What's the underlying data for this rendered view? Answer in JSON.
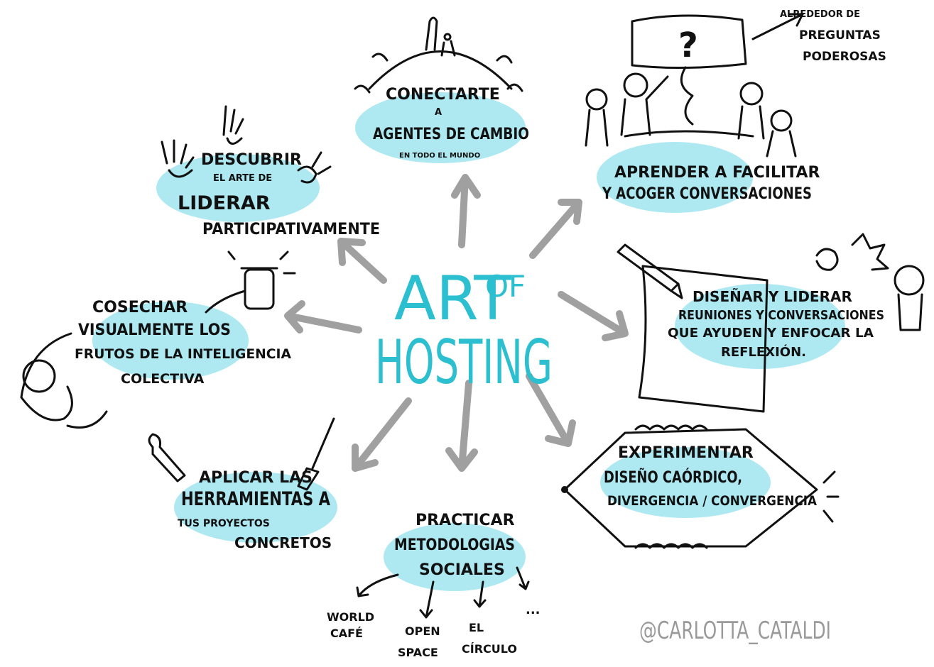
{
  "center": {
    "line1": "ART",
    "line1b": "OF",
    "line2": "HOSTING"
  },
  "branches": {
    "conectarte": {
      "l1": "CONECTARTE",
      "l2": "A",
      "l3": "AGENTES DE CAMBIO",
      "l4": "EN TODO EL MUNDO"
    },
    "preguntas": {
      "l1": "ALREDEDOR DE",
      "l2": "PREGUNTAS",
      "l3": "PODEROSAS"
    },
    "aprender": {
      "l1": "APRENDER A FACILITAR",
      "l2": "Y ACOGER CONVERSACIONES"
    },
    "descubrir": {
      "l1": "DESCUBRIR",
      "l2": "EL ARTE DE",
      "l3": "LIDERAR",
      "l4": "PARTICIPATIVAMENTE"
    },
    "cosechar": {
      "l1": "COSECHAR",
      "l2": "VISUALMENTE LOS",
      "l3": "FRUTOS DE LA INTELIGENCIA",
      "l4": "COLECTIVA"
    },
    "disenar": {
      "l1": "DISEÑAR Y LIDERAR",
      "l2": "REUNIONES Y CONVERSACIONES",
      "l3": "QUE AYUDEN Y ENFOCAR LA",
      "l4": "REFLEXIÓN."
    },
    "aplicar": {
      "l1": "APLICAR LAS",
      "l2": "HERRAMIENTAS A",
      "l3": "TUS PROYECTOS",
      "l4": "CONCRETOS"
    },
    "practicar": {
      "l1": "PRACTICAR",
      "l2": "METODOLOGIAS",
      "l3": "SOCIALES"
    },
    "experimentar": {
      "l1": "EXPERIMENTAR",
      "l2": "DISEÑO CAÓRDICO,",
      "l3": "DIVERGENCIA / CONVERGENCIA"
    }
  },
  "methods": {
    "world_cafe_1": "WORLD",
    "world_cafe_2": "CAFÉ",
    "open_space_1": "OPEN",
    "open_space_2": "SPACE",
    "circulo_1": "EL",
    "circulo_2": "CÍRCULO",
    "more": "..."
  },
  "credit": "@CARLOTTA_CATALDI",
  "colors": {
    "accent": "#2bbfd0",
    "blob": "#aee9f2",
    "arrow": "#a0a0a0",
    "ink": "#111111"
  },
  "icons": [
    "globe-icon",
    "question-bubble-icon",
    "people-icon",
    "hand-icons",
    "jar-icon",
    "pencil-icon",
    "paper-icon",
    "wrench-icon",
    "screwdriver-icon"
  ]
}
